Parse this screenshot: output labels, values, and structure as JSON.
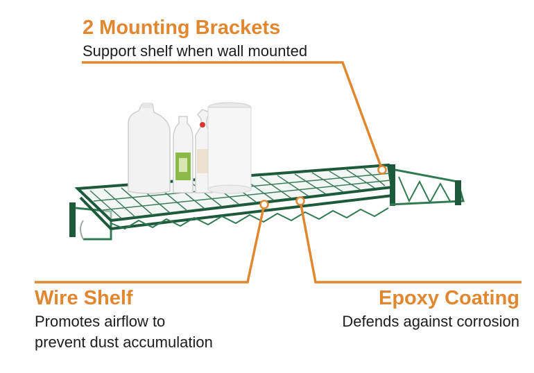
{
  "colors": {
    "accent": "#e0872f",
    "text": "#1c1c1c",
    "shelf": "#1d5a3c"
  },
  "callouts": {
    "brackets": {
      "title": "2 Mounting Brackets",
      "desc": "Support shelf when wall mounted"
    },
    "wire": {
      "title": "Wire Shelf",
      "desc_line1": "Promotes airflow to",
      "desc_line2": "prevent dust accumulation"
    },
    "epoxy": {
      "title": "Epoxy Coating",
      "desc": "Defends against corrosion"
    }
  },
  "product": {
    "name": "Wall mounted green epoxy wire shelf",
    "items_on_shelf": [
      "jug",
      "spray-bottle",
      "spray-bottle",
      "paper-towel-roll"
    ]
  }
}
